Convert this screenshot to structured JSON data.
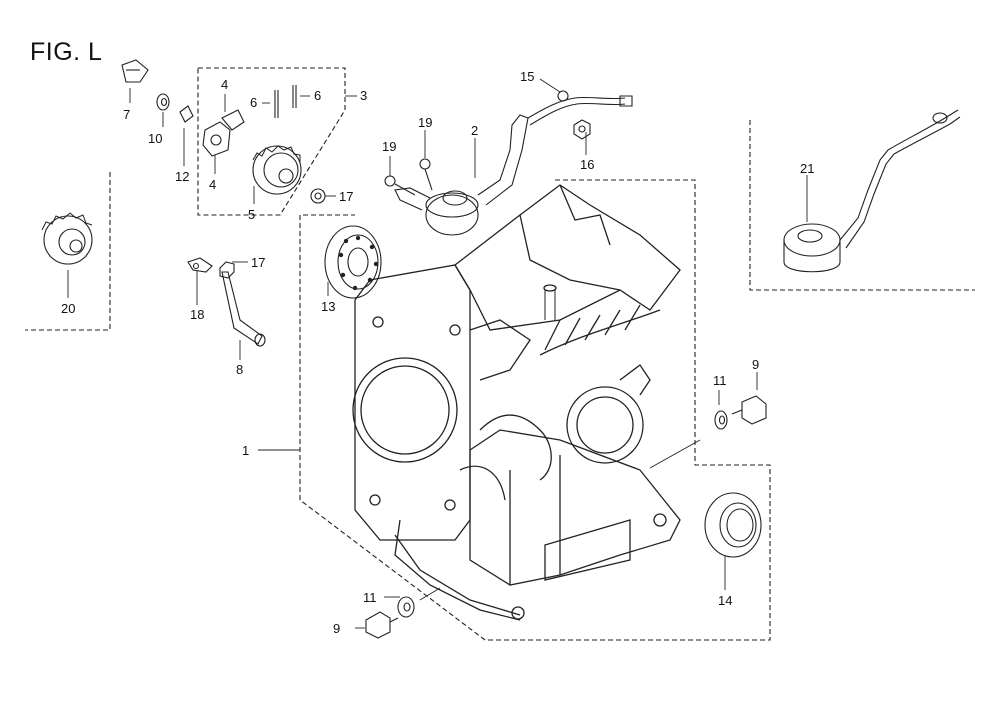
{
  "figure": {
    "title": "FIG. L"
  },
  "callouts": [
    "7",
    "10",
    "12",
    "4",
    "4",
    "5",
    "6",
    "6",
    "3",
    "17",
    "17",
    "15",
    "19",
    "19",
    "2",
    "16",
    "21",
    "20",
    "18",
    "8",
    "13",
    "1",
    "11",
    "9",
    "11",
    "9",
    "14"
  ]
}
